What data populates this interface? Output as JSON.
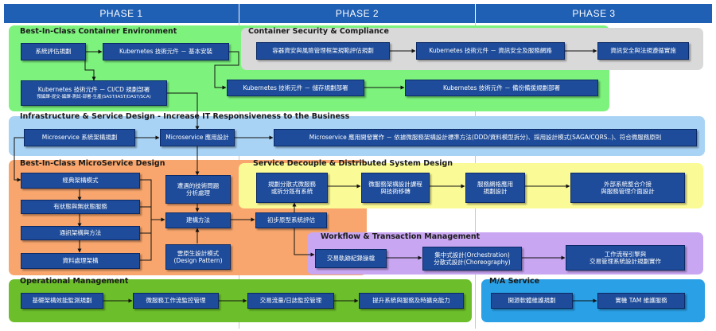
{
  "phases": [
    "PHASE 1",
    "PHASE 2",
    "PHASE 3"
  ],
  "bands": {
    "container_env": "Best-In-Class Container Environment",
    "container_security": "Container Security & Compliance",
    "infra": "Infrastructure & Service Design - Increase IT Responsiveness to the Business",
    "microservice_design": "Best-In-Class MicroService Design",
    "decouple": "Service Decouple & Distributed System Design",
    "workflow": "Workflow & Transaction Management",
    "operational": "Operational Management",
    "ma": "M/A Service"
  },
  "nodes": {
    "n1": "系統評估規劃",
    "n2": "Kubernetes 技術元件 － 基本安裝",
    "n3_title": "Kubernetes 技術元件 － CI/CD 規劃部署",
    "n3_sub": "預編譯-提交-編譯-測試-部署-生產(SAST/IAST/DAST/SCA)",
    "n4": "Kubernetes 技術元件 － 儲存規劃部署",
    "n5": "Kubernetes 技術元件 － 備份備援規劃部署",
    "n6": "容器資安與風險管理框架規範評估規劃",
    "n7": "Kubernetes 技術元件 － 資訊安全及服務網路",
    "n8": "資訊安全與法規遵循實施",
    "n9": "Microservice 系統架構規劃",
    "n10": "Microservice 應用設計",
    "n11": "Microservice 應用開發實作 － 依據微服務架構設計標準方法(DDD/資料模型拆分)、採用設計模式(SAGA/CQRS..)、符合微服務原則",
    "n12": "經典架構模式",
    "n13": "有狀態與無狀態服務",
    "n14": "通訊架構與方法",
    "n15": "資料處理架構",
    "n16": "遭遇的技術問題\n分析處理",
    "n17": "建構方法",
    "n18": "雲原生設計模式\n(Design Pattern)",
    "n19": "初步原型系統評估",
    "n20": "規劃分散式微服務\n或拆分既有系統",
    "n21": "微服務架構設計課程\n與技術移轉",
    "n22": "服務網格應用\n規劃設計",
    "n23": "外部系統整合介接\n與服務管理介面設計",
    "n24": "交易軌跡紀錄操檔",
    "n25": "集中式設計(Orchestration)\n分散式設計(Choreography)",
    "n26": "工作流程引擎與\n交易管理系統設計規劃實作",
    "n27": "基礎架構效能監測規劃",
    "n28": "微服務工作流監控管理",
    "n29": "交易流量/日誌監控管理",
    "n30": "提升系統與服務及時擴充能力",
    "n31": "開源軟體維護規劃",
    "n32": "實機 TAM 維護服務"
  },
  "colors": {
    "phase_header": "#1f5fb4",
    "node": "#1e4c9a",
    "green": "#7df37d",
    "gray": "#d9d9d9",
    "light_blue": "#a9d3f5",
    "orange": "#f8a66d",
    "yellow": "#fafa96",
    "purple": "#c9a6f2",
    "dark_green": "#6cbf2a",
    "blue": "#2aa0e6"
  }
}
